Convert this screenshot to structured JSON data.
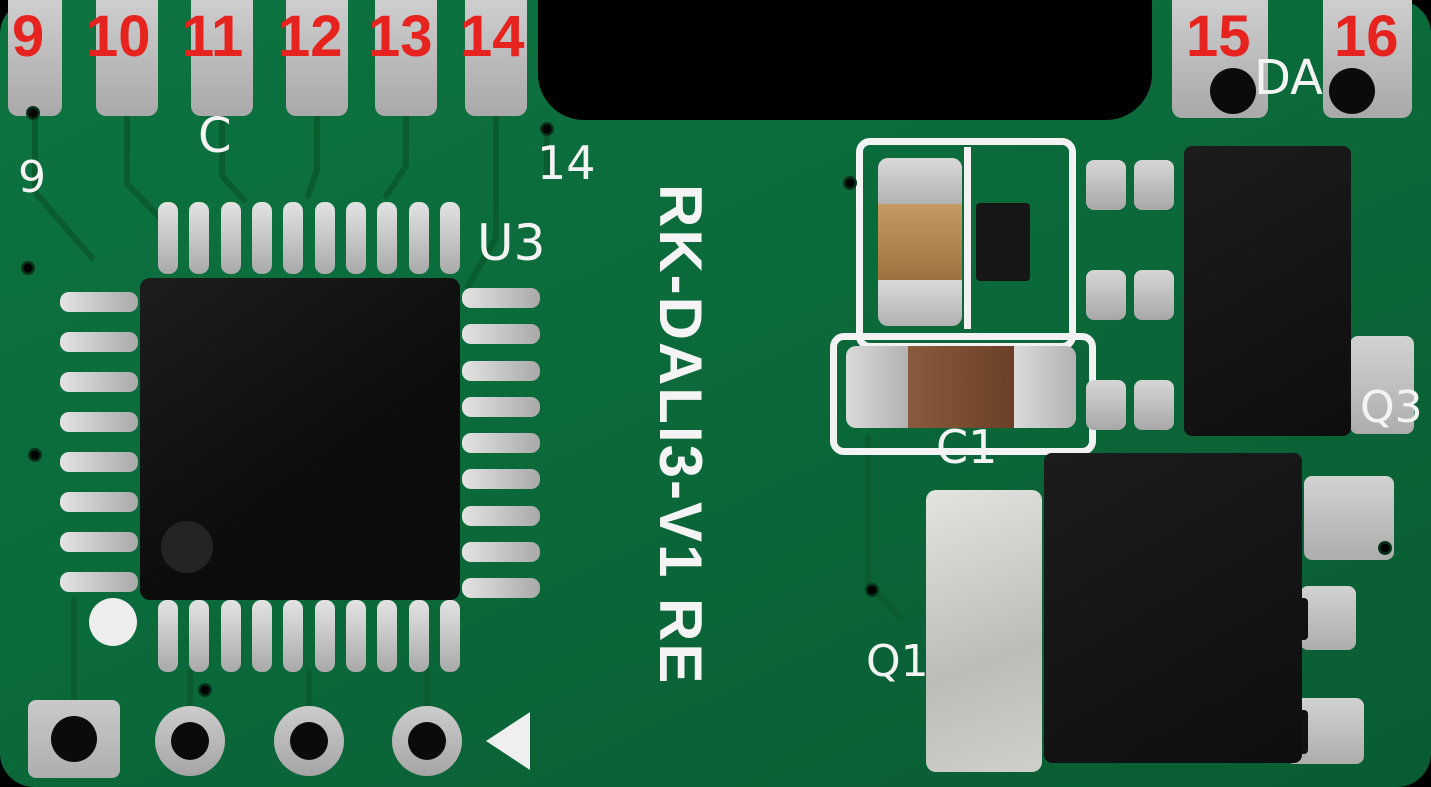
{
  "colors": {
    "background": "#000000",
    "board_green": "#0d7440",
    "pad_gray": "#bdbdbd",
    "number_red": "#e6231f",
    "silkscreen_white": "#f4f4f4",
    "chip_black": "#101010",
    "capacitor_tan": "#b9894f",
    "capacitor_brown": "#7a4a30",
    "solder_gray": "#d6d6d2",
    "trace_green": "#0a5a2e"
  },
  "top_pads_left": [
    "9",
    "10",
    "11",
    "12",
    "13",
    "14"
  ],
  "top_pads_right": [
    "15",
    "16"
  ],
  "silkscreen": {
    "title_vertical": "RK-DALI3-V1 RE",
    "label_c": "C",
    "label_9": "9",
    "label_14": "14",
    "label_u3": "U3",
    "label_da": "DA",
    "label_c1": "C1",
    "label_q1": "Q1",
    "label_q3": "Q3"
  }
}
